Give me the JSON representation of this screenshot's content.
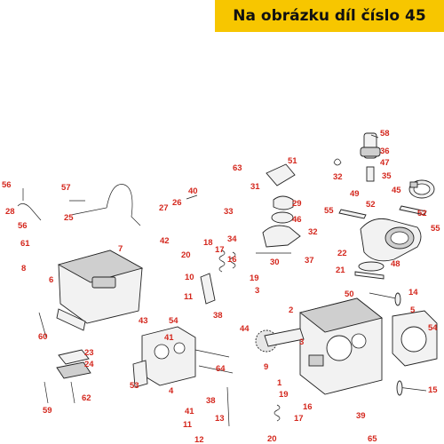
{
  "banner": {
    "text": "Na obrázku díl číslo 45",
    "color": "#f7c600"
  },
  "label_color": "#d4271d",
  "callouts": [
    {
      "id": "c58",
      "text": "58"
    },
    {
      "id": "c36",
      "text": "36"
    },
    {
      "id": "c47",
      "text": "47"
    },
    {
      "id": "c63",
      "text": "63"
    },
    {
      "id": "c51",
      "text": "51"
    },
    {
      "id": "c32",
      "text": "32"
    },
    {
      "id": "c35",
      "text": "35"
    },
    {
      "id": "c56a",
      "text": "56"
    },
    {
      "id": "c57",
      "text": "57"
    },
    {
      "id": "c40",
      "text": "40"
    },
    {
      "id": "c31",
      "text": "31"
    },
    {
      "id": "c49",
      "text": "49"
    },
    {
      "id": "c45",
      "text": "45"
    },
    {
      "id": "c28",
      "text": "28"
    },
    {
      "id": "c27",
      "text": "27"
    },
    {
      "id": "c26",
      "text": "26"
    },
    {
      "id": "c29",
      "text": "29"
    },
    {
      "id": "c25",
      "text": "25"
    },
    {
      "id": "c33",
      "text": "33"
    },
    {
      "id": "c55a",
      "text": "55"
    },
    {
      "id": "c52a",
      "text": "52"
    },
    {
      "id": "c52b",
      "text": "52"
    },
    {
      "id": "c56b",
      "text": "56"
    },
    {
      "id": "c42",
      "text": "42"
    },
    {
      "id": "c46",
      "text": "46"
    },
    {
      "id": "c55b",
      "text": "55"
    },
    {
      "id": "c34",
      "text": "34"
    },
    {
      "id": "c32b",
      "text": "32"
    },
    {
      "id": "c61",
      "text": "61"
    },
    {
      "id": "c7",
      "text": "7"
    },
    {
      "id": "c22",
      "text": "22"
    },
    {
      "id": "c20a",
      "text": "20"
    },
    {
      "id": "c18",
      "text": "18"
    },
    {
      "id": "c17a",
      "text": "17"
    },
    {
      "id": "c16a",
      "text": "16"
    },
    {
      "id": "c37",
      "text": "37"
    },
    {
      "id": "c30",
      "text": "30"
    },
    {
      "id": "c48",
      "text": "48"
    },
    {
      "id": "c8",
      "text": "8"
    },
    {
      "id": "c21",
      "text": "21"
    },
    {
      "id": "c6",
      "text": "6"
    },
    {
      "id": "c10",
      "text": "10"
    },
    {
      "id": "c19a",
      "text": "19"
    },
    {
      "id": "c3a",
      "text": "3"
    },
    {
      "id": "c50",
      "text": "50"
    },
    {
      "id": "c14",
      "text": "14"
    },
    {
      "id": "c11a",
      "text": "11"
    },
    {
      "id": "c38a",
      "text": "38"
    },
    {
      "id": "c2",
      "text": "2"
    },
    {
      "id": "c43",
      "text": "43"
    },
    {
      "id": "c54a",
      "text": "54"
    },
    {
      "id": "c44",
      "text": "44"
    },
    {
      "id": "c5",
      "text": "5"
    },
    {
      "id": "c54b",
      "text": "54"
    },
    {
      "id": "c41a",
      "text": "41"
    },
    {
      "id": "c3b",
      "text": "3"
    },
    {
      "id": "c60",
      "text": "60"
    },
    {
      "id": "c53",
      "text": "53"
    },
    {
      "id": "c23",
      "text": "23"
    },
    {
      "id": "c64",
      "text": "64"
    },
    {
      "id": "c9",
      "text": "9"
    },
    {
      "id": "c24",
      "text": "24"
    },
    {
      "id": "c4",
      "text": "4"
    },
    {
      "id": "c1",
      "text": "1"
    },
    {
      "id": "c15",
      "text": "15"
    },
    {
      "id": "c19b",
      "text": "19"
    },
    {
      "id": "c62",
      "text": "62"
    },
    {
      "id": "c59",
      "text": "59"
    },
    {
      "id": "c38b",
      "text": "38"
    },
    {
      "id": "c16b",
      "text": "16"
    },
    {
      "id": "c41b",
      "text": "41"
    },
    {
      "id": "c17b",
      "text": "17"
    },
    {
      "id": "c39",
      "text": "39"
    },
    {
      "id": "c11b",
      "text": "11"
    },
    {
      "id": "c12",
      "text": "12"
    },
    {
      "id": "c13",
      "text": "13"
    },
    {
      "id": "c20b",
      "text": "20"
    },
    {
      "id": "c65",
      "text": "65"
    }
  ]
}
